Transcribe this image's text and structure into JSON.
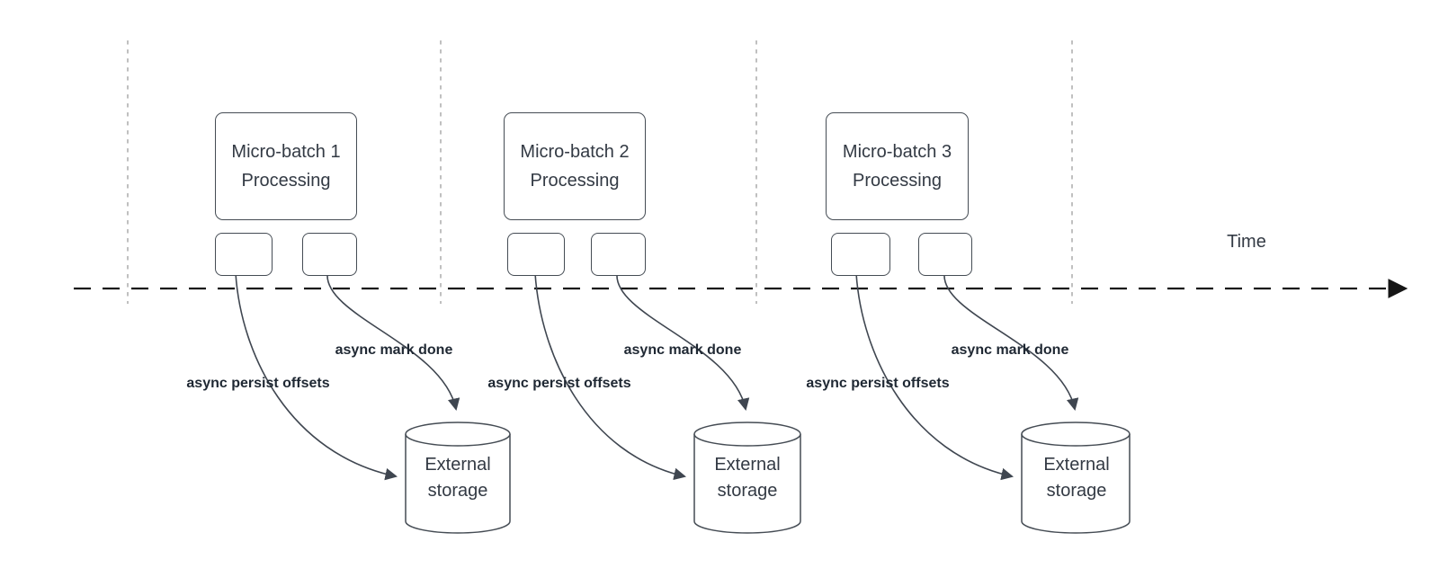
{
  "timeline": {
    "label": "Time"
  },
  "groups": [
    {
      "id": "micro-batch-1",
      "box_label": "Micro-batch 1\nProcessing",
      "persist_arrow_label": "async persist offsets",
      "mark_done_arrow_label": "async mark done",
      "storage_label": "External\nstorage"
    },
    {
      "id": "micro-batch-2",
      "box_label": "Micro-batch 2\nProcessing",
      "persist_arrow_label": "async persist offsets",
      "mark_done_arrow_label": "async mark done",
      "storage_label": "External\nstorage"
    },
    {
      "id": "micro-batch-3",
      "box_label": "Micro-batch 3\nProcessing",
      "persist_arrow_label": "async persist offsets",
      "mark_done_arrow_label": "async mark done",
      "storage_label": "External\nstorage"
    }
  ],
  "colors": {
    "stroke": "#3f4650",
    "guide": "#ababab",
    "timeline": "#161616",
    "text": "#333a44",
    "label_text": "#1f2833"
  }
}
